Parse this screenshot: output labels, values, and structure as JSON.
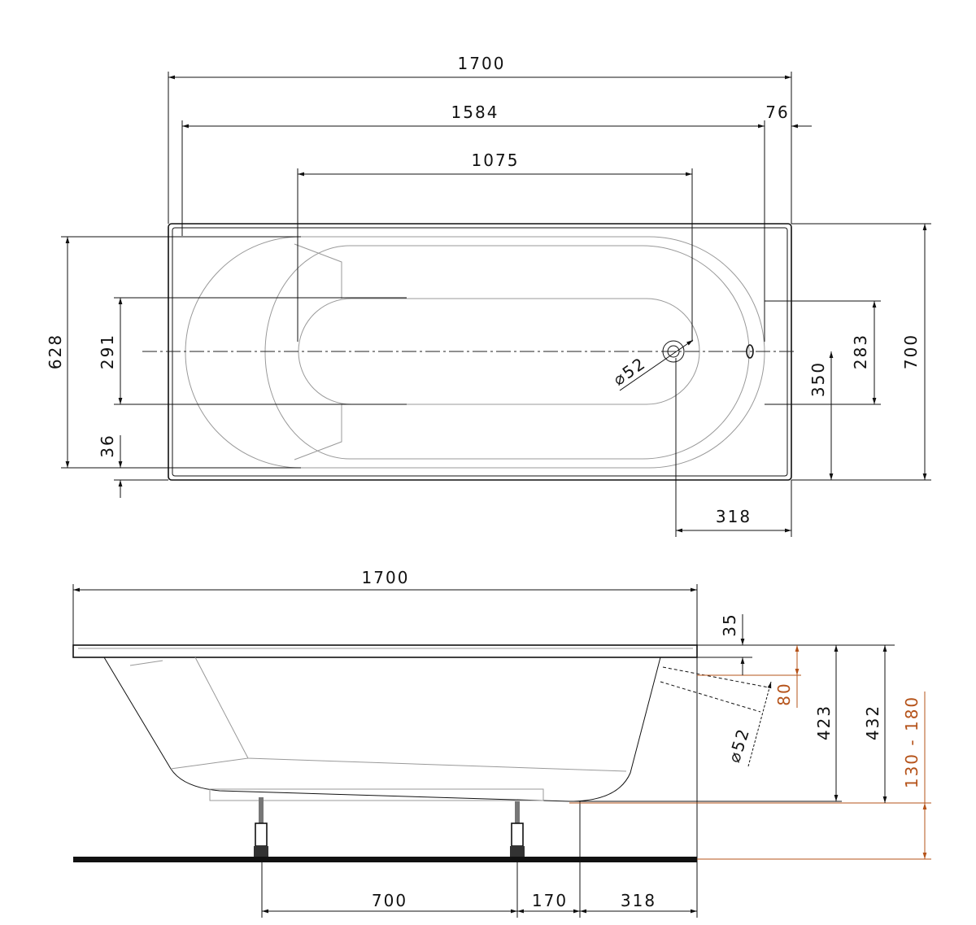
{
  "colors": {
    "line": "#111111",
    "accent": "#b5531a"
  },
  "top_view": {
    "overall_length": "1700",
    "inner_length": "1584",
    "rim_offset": "76",
    "bottom_length": "1075",
    "inner_width": "628",
    "bottom_width_left": "291",
    "rim_width": "36",
    "bottom_width_right": "283",
    "drain_offset_y": "350",
    "overall_width": "700",
    "drain_offset_x": "318",
    "drain_diameter": "⌀52"
  },
  "side_view": {
    "overall_length": "1700",
    "rim_thickness": "35",
    "overflow_height": "80",
    "depth": "423",
    "total_height": "432",
    "leg_height_range": "130 - 180",
    "overflow_diameter": "⌀52",
    "leg_spacing": "700",
    "leg_to_drain": "170",
    "drain_to_end": "318"
  }
}
